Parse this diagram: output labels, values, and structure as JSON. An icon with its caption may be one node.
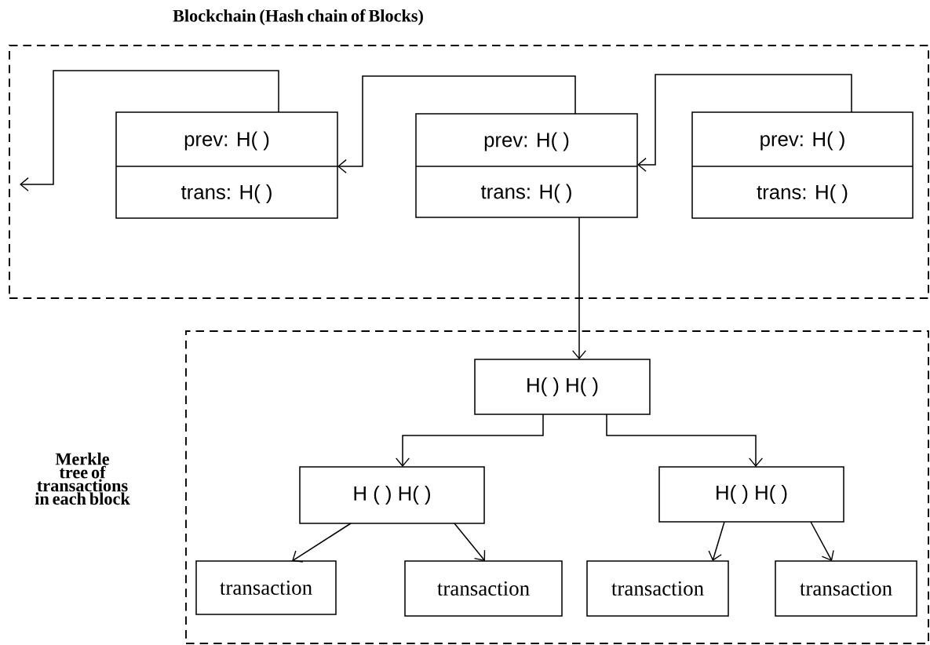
{
  "diagram": {
    "nodes": [
      {
        "text": [
          "Blockchain (Hash chain of Blocks)"
        ]
      },
      {
        "text": [
          "prev: H( )",
          "trans: H( )"
        ],
        "in": 0
      },
      {
        "text": [
          "prev: H( )",
          "trans: H( )"
        ],
        "in": 0
      },
      {
        "text": [
          "prev: H( )",
          "trans: H( )"
        ],
        "in": 0
      },
      {
        "text": [
          "Merkle tree of transactions in each block"
        ]
      },
      {
        "text": [
          "H( ) H( )"
        ],
        "in": 4
      },
      {
        "text": [
          "H ( ) H( )"
        ],
        "in": 4
      },
      {
        "text": [
          "H( ) H( )"
        ],
        "in": 4
      },
      {
        "text": [
          "transaction"
        ],
        "in": 4
      },
      {
        "text": [
          "transaction"
        ],
        "in": 4
      },
      {
        "text": [
          "transaction"
        ],
        "in": 4
      },
      {
        "text": [
          "transaction"
        ],
        "in": 4
      }
    ],
    "edges": [
      {
        "from": 1,
        "to": null,
        "arrow": "to"
      },
      {
        "from": 2,
        "to": 1,
        "arrow": "to"
      },
      {
        "from": 3,
        "to": 2,
        "arrow": "to"
      },
      {
        "from": 2,
        "to": 5,
        "arrow": "to"
      },
      {
        "from": 5,
        "to": 6,
        "arrow": "to"
      },
      {
        "from": 5,
        "to": 7,
        "arrow": "to"
      },
      {
        "from": 6,
        "to": 8,
        "arrow": "to"
      },
      {
        "from": 6,
        "to": 9,
        "arrow": "to"
      },
      {
        "from": 7,
        "to": 10,
        "arrow": "to"
      },
      {
        "from": 7,
        "to": 11,
        "arrow": "to"
      }
    ]
  }
}
